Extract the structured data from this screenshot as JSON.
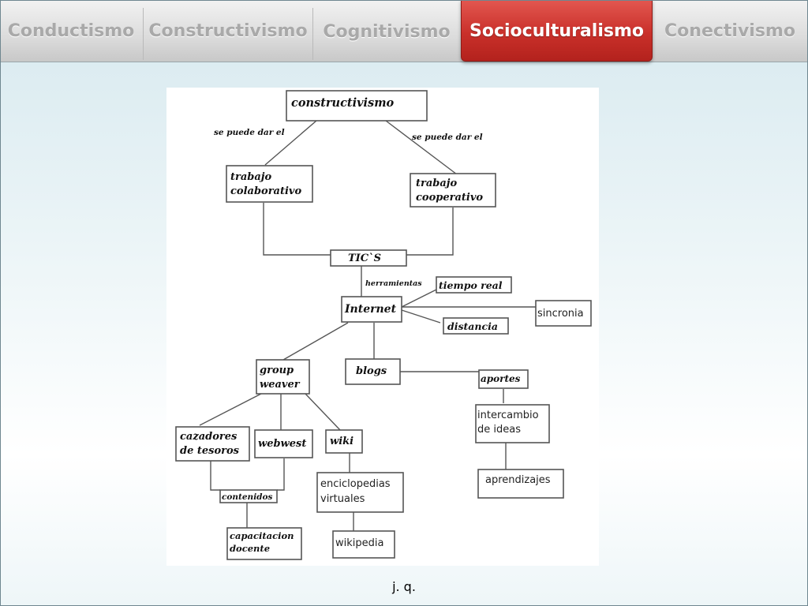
{
  "tabs": [
    {
      "label": "Conductismo",
      "active": false
    },
    {
      "label": "Constructivismo",
      "active": false
    },
    {
      "label": "Cognitivismo",
      "active": false
    },
    {
      "label": "Socioculturalismo",
      "active": true
    },
    {
      "label": "Conectivismo",
      "active": false
    }
  ],
  "diagram": {
    "nodes": {
      "constructivismo": "constructivismo",
      "trabajo_colaborativo_1": "trabajo",
      "trabajo_colaborativo_2": "colaborativo",
      "trabajo_cooperativo_1": "trabajo",
      "trabajo_cooperativo_2": "cooperativo",
      "tics": "TIC`S",
      "internet": "Internet",
      "tiempo_real": "tiempo real",
      "sincronia": "sincronia",
      "distancia": "distancia",
      "group_weaver_1": "group",
      "group_weaver_2": "weaver",
      "blogs": "blogs",
      "aportes": "aportes",
      "intercambio_1": "intercambio",
      "intercambio_2": "de ideas",
      "aprendizajes": "aprendizajes",
      "cazadores_1": "cazadores",
      "cazadores_2": "de tesoros",
      "webwest": "webwest",
      "wiki": "wiki",
      "enciclopedias_1": "enciclopedias",
      "enciclopedias_2": "virtuales",
      "wikipedia": "wikipedia",
      "contenidos": "contenidos",
      "capacitacion_1": "capacitacion",
      "capacitacion_2": "docente"
    },
    "edge_labels": {
      "se_puede_left": "se puede dar el",
      "se_puede_right": "se puede dar el",
      "herramientas": "herramientas"
    }
  },
  "caption": "j. q.",
  "colors": {
    "active_tab": "#c9302a",
    "inactive_tab_text": "#a9a9a9"
  }
}
